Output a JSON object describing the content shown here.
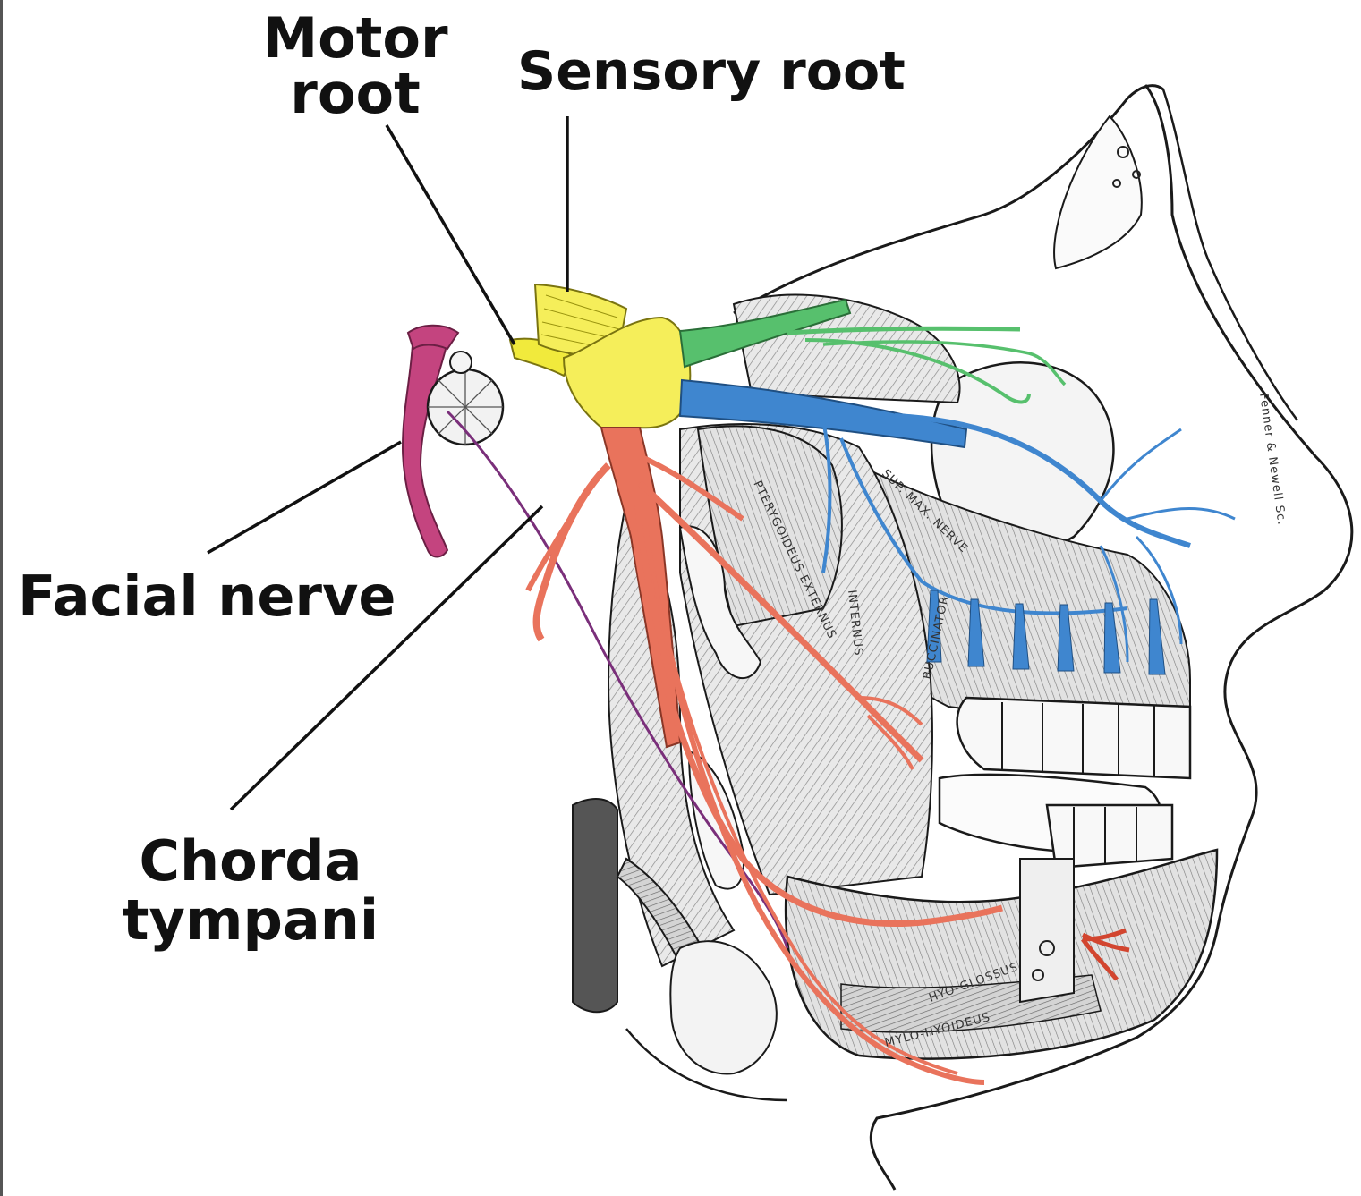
{
  "labels": {
    "motor_root": "Motor\nroot",
    "sensory_root": "Sensory root",
    "facial_nerve": "Facial nerve",
    "chorda_tympani": "Chorda\ntympani"
  },
  "engraved_text": {
    "pterygoideus_externus": "PTERYGOIDEUS EXTERNUS",
    "internus": "INTERNUS",
    "mylo_hyoideus": "MYLO-HYOIDEUS",
    "hyo_glossus": "HYO-GLOSSUS",
    "buccinator": "BUCCINATOR",
    "sup_max_nerve": "SUP. MAX. NERVE",
    "signature": "Fenner & Newell Sc."
  },
  "colors": {
    "trigeminal_ganglion": "#f5ee5a",
    "motor_root": "#f1ea3c",
    "ophthalmic_division": "#57c06d",
    "maxillary_division": "#3f86cf",
    "mandibular_division": "#e9735c",
    "facial_nerve": "#c4447f",
    "chorda_tympani": "#7a2f7a",
    "outline": "#1a1a1a"
  }
}
